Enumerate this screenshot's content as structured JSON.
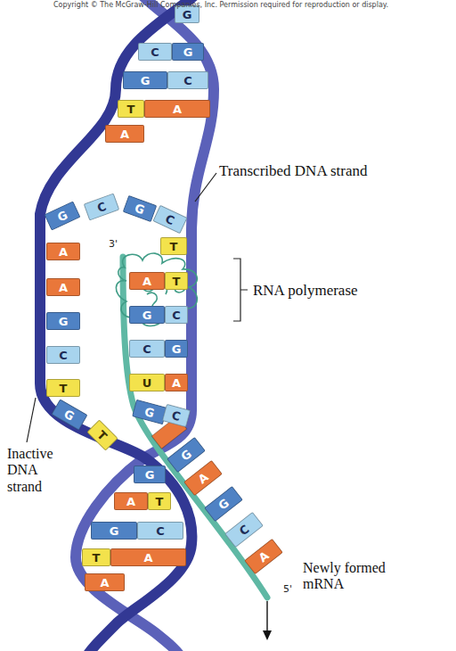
{
  "diagram": {
    "nodes": [
      {
        "text": [
          "G"
        ]
      },
      {
        "text": [
          "C"
        ]
      },
      {
        "text": [
          "G"
        ]
      },
      {
        "text": [
          "G"
        ]
      },
      {
        "text": [
          "C"
        ]
      },
      {
        "text": [
          "T"
        ]
      },
      {
        "text": [
          "A"
        ]
      },
      {
        "text": [
          "A"
        ]
      },
      {
        "text": [
          "G"
        ]
      },
      {
        "text": [
          "C"
        ]
      },
      {
        "text": [
          "G"
        ]
      },
      {
        "text": [
          "C"
        ]
      },
      {
        "text": [
          "T"
        ]
      },
      {
        "text": [
          "A"
        ]
      },
      {
        "text": [
          "A"
        ]
      },
      {
        "text": [
          "T"
        ]
      },
      {
        "text": [
          "A"
        ]
      },
      {
        "text": [
          "G"
        ]
      },
      {
        "text": [
          "C"
        ]
      },
      {
        "text": [
          "G"
        ]
      },
      {
        "text": [
          "C"
        ]
      },
      {
        "text": [
          "G"
        ]
      },
      {
        "text": [
          "C"
        ]
      },
      {
        "text": [
          "U"
        ]
      },
      {
        "text": [
          "A"
        ]
      },
      {
        "text": [
          "T"
        ]
      },
      {
        "text": [
          "G"
        ]
      },
      {
        "text": [
          "C"
        ]
      },
      {
        "text": [
          "G"
        ]
      },
      {
        "text": [
          "T"
        ]
      },
      {
        "text": [
          "G"
        ]
      },
      {
        "text": [
          "A"
        ]
      },
      {
        "text": [
          "G"
        ]
      },
      {
        "text": [
          "C"
        ]
      },
      {
        "text": [
          "A"
        ]
      },
      {
        "text": [
          "G"
        ]
      },
      {
        "text": [
          "A"
        ]
      },
      {
        "text": [
          "T"
        ]
      },
      {
        "text": [
          "G"
        ]
      },
      {
        "text": [
          "C"
        ]
      },
      {
        "text": [
          "T"
        ]
      },
      {
        "text": [
          "A"
        ]
      },
      {
        "text": [
          "A"
        ]
      }
    ],
    "labels": [
      "Copyright © The McGraw-Hill Companies, Inc. Permission required for reproduction or display.",
      "Transcribed DNA strand",
      "3'",
      "RNA polymerase",
      "Inactive DNA strand",
      "5'",
      "Newly formed mRNA"
    ]
  }
}
